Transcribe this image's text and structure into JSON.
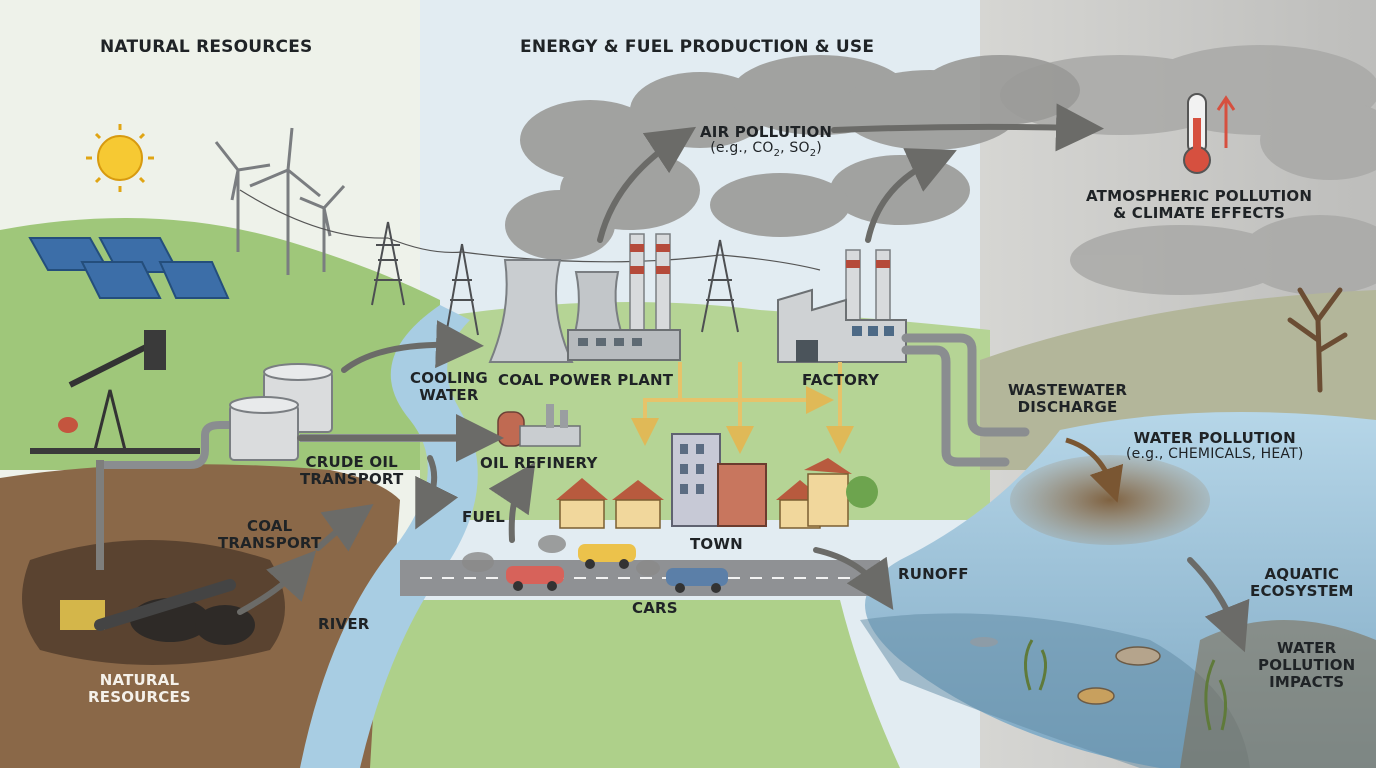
{
  "headers": {
    "left": "NATURAL RESOURCES",
    "middle": "ENERGY & FUEL PRODUCTION & USE"
  },
  "labels": {
    "air_pollution": "AIR POLLUTION",
    "air_pollution_examples": {
      "open": "(e.g., CO",
      "co2_sub": "2",
      "mid": ", SO",
      "so2_sub": "2",
      "close": ")"
    },
    "atmospheric_line1": "ATMOSPHERIC POLLUTION",
    "atmospheric_line2": "& CLIMATE EFFECTS",
    "cooling_line1": "COOLING",
    "cooling_line2": "WATER",
    "coal_power_plant": "COAL POWER PLANT",
    "factory": "FACTORY",
    "wastewater_line1": "WASTEWATER",
    "wastewater_line2": "DISCHARGE",
    "water_pollution": "WATER POLLUTION",
    "water_pollution_examples": "(e.g., CHEMICALS, HEAT)",
    "crude_line1": "CRUDE OIL",
    "crude_line2": "TRANSPORT",
    "oil_refinery": "OIL REFINERY",
    "fuel": "FUEL",
    "town": "TOWN",
    "coal_line1": "COAL",
    "coal_line2": "TRANSPORT",
    "runoff": "RUNOFF",
    "aquatic_line1": "AQUATIC",
    "aquatic_line2": "ECOSYSTEM",
    "river": "RIVER",
    "cars": "CARS",
    "water_impacts_line1": "WATER",
    "water_impacts_line2": "POLLUTION",
    "water_impacts_line3": "IMPACTS",
    "natural_resources_line1": "NATURAL",
    "natural_resources_line2": "RESOURCES"
  },
  "colors": {
    "sky_left": "#eef2ea",
    "sky_middle": "#e2ecf2",
    "sky_right": "#c9c9c7",
    "hill_green": "#9fc77a",
    "meadow_green": "#b9d79a",
    "river_blue": "#a8cde3",
    "soil_brown": "#8a6848",
    "smoke_gray": "#9a9a98",
    "arrow_gray": "#6b6b68",
    "fuel_arrow_yellow": "#e6c36a",
    "polluted_water": "#8a6a45"
  }
}
